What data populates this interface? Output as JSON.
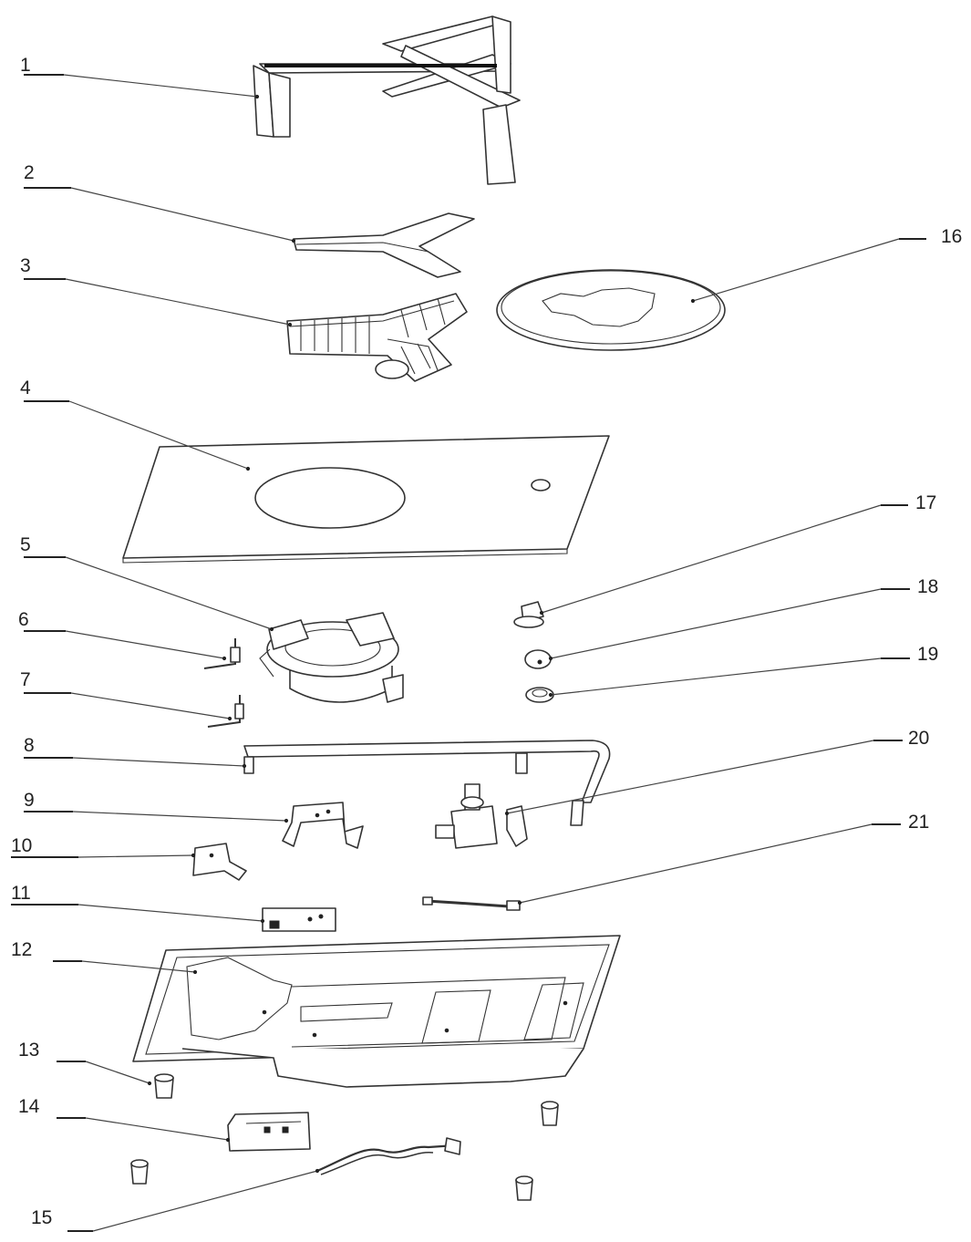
{
  "diagram": {
    "callouts": [
      {
        "id": "1",
        "label": "1"
      },
      {
        "id": "2",
        "label": "2"
      },
      {
        "id": "3",
        "label": "3"
      },
      {
        "id": "4",
        "label": "4"
      },
      {
        "id": "5",
        "label": "5"
      },
      {
        "id": "6",
        "label": "6"
      },
      {
        "id": "7",
        "label": "7"
      },
      {
        "id": "8",
        "label": "8"
      },
      {
        "id": "9",
        "label": "9"
      },
      {
        "id": "10",
        "label": "10"
      },
      {
        "id": "11",
        "label": "11"
      },
      {
        "id": "12",
        "label": "12"
      },
      {
        "id": "13",
        "label": "13"
      },
      {
        "id": "14",
        "label": "14"
      },
      {
        "id": "15",
        "label": "15"
      },
      {
        "id": "16",
        "label": "16"
      },
      {
        "id": "17",
        "label": "17"
      },
      {
        "id": "18",
        "label": "18"
      },
      {
        "id": "19",
        "label": "19"
      },
      {
        "id": "20",
        "label": "20"
      },
      {
        "id": "21",
        "label": "21"
      }
    ],
    "colors": {
      "line": "#333333",
      "background": "#ffffff"
    }
  }
}
